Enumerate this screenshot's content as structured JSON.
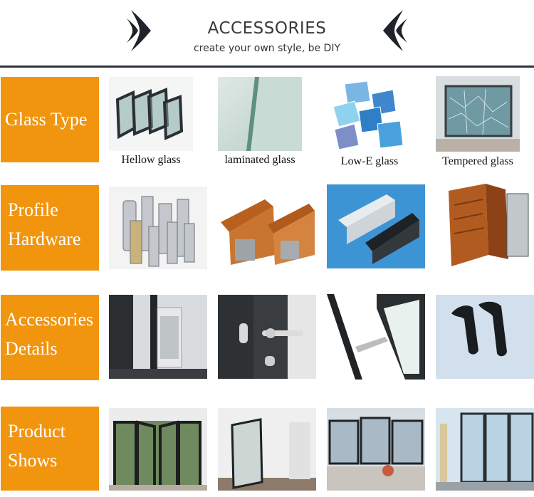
{
  "header": {
    "title": "ACCESSORIES",
    "subtitle": "create your own style, be DIY"
  },
  "colors": {
    "label_bg": "#f1950f",
    "rule": "#2c3240"
  },
  "rows": [
    {
      "label_lines": [
        "Glass Type"
      ],
      "captions": [
        "Hellow glass",
        "laminated glass",
        "Low-E glass",
        "Tempered glass"
      ]
    },
    {
      "label_lines": [
        "Profile",
        "Hardware"
      ]
    },
    {
      "label_lines": [
        "Accessories",
        "Details"
      ]
    },
    {
      "label_lines": [
        "Product",
        "Shows"
      ]
    }
  ]
}
